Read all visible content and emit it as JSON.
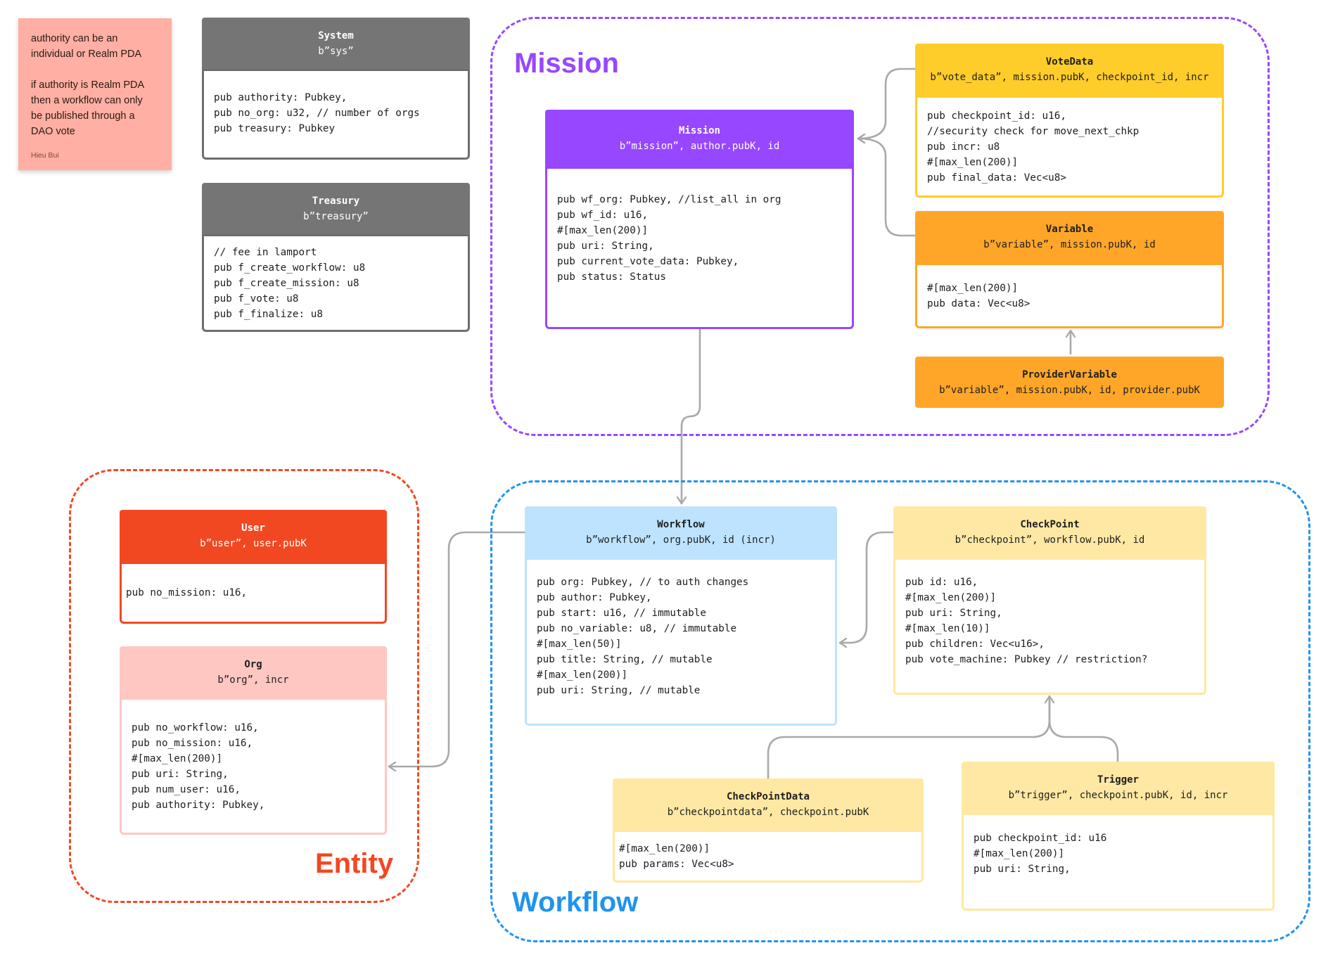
{
  "note": {
    "text": "authority can be an\nindividual or Realm PDA\n\nif authority is Realm PDA\nthen a workflow can only\nbe published through a\nDAO vote",
    "author": "Hieu Bui"
  },
  "groups": {
    "mission": {
      "label": "Mission",
      "color": "#9747ff"
    },
    "entity": {
      "label": "Entity",
      "color": "#f24822"
    },
    "workflow": {
      "label": "Workflow",
      "color": "#1e94f0"
    }
  },
  "entities": {
    "system": {
      "title": "System",
      "seed": "b”sys”",
      "fields": [
        "pub authority: Pubkey,",
        "pub no_org: u32, // number of orgs",
        "pub treasury: Pubkey"
      ]
    },
    "treasury": {
      "title": "Treasury",
      "seed": "b”treasury”",
      "fields": [
        "// fee in lamport",
        "pub f_create_workflow: u8",
        "pub f_create_mission: u8",
        "pub f_vote: u8",
        "pub f_finalize: u8"
      ]
    },
    "mission": {
      "title": "Mission",
      "seed": "b”mission”, author.pubK, id",
      "fields": [
        "pub wf_org: Pubkey, //list_all in org",
        "pub wf_id: u16,",
        "#[max_len(200)]",
        "pub uri: String,",
        "pub current_vote_data: Pubkey,",
        "pub status: Status"
      ]
    },
    "vote_data": {
      "title": "VoteData",
      "seed": "b”vote_data”, mission.pubK, checkpoint_id, incr",
      "fields": [
        "pub checkpoint_id: u16,",
        "//security check for move_next_chkp",
        "pub incr: u8",
        "#[max_len(200)]",
        "pub final_data: Vec<u8>"
      ]
    },
    "variable": {
      "title": "Variable",
      "seed": "b”variable”, mission.pubK, id",
      "fields": [
        "#[max_len(200)]",
        "pub data: Vec<u8>"
      ]
    },
    "provider_variable": {
      "title": "ProviderVariable",
      "seed": "b”variable”, mission.pubK, id, provider.pubK",
      "fields": []
    },
    "user": {
      "title": "User",
      "seed": "b”user”, user.pubK",
      "fields": [
        "pub no_mission: u16,"
      ]
    },
    "org": {
      "title": "Org",
      "seed": "b”org”, incr",
      "fields": [
        "pub no_workflow: u16,",
        "pub no_mission: u16,",
        "#[max_len(200)]",
        "pub uri: String,",
        "pub num_user: u16,",
        "pub authority: Pubkey,"
      ]
    },
    "workflow": {
      "title": "Workflow",
      "seed": "b”workflow”, org.pubK, id (incr)",
      "fields": [
        "pub org: Pubkey, // to auth changes",
        "pub author: Pubkey,",
        "pub start: u16, // immutable",
        "pub no_variable: u8, // immutable",
        "#[max_len(50)]",
        "pub title: String, // mutable",
        "#[max_len(200)]",
        "pub uri: String, // mutable"
      ]
    },
    "checkpoint": {
      "title": "CheckPoint",
      "seed": "b”checkpoint”, workflow.pubK, id",
      "fields": [
        "pub id: u16,",
        "#[max_len(200)]",
        "pub uri: String,",
        "#[max_len(10)]",
        "pub children: Vec<u16>,",
        "pub vote_machine: Pubkey // restriction?"
      ]
    },
    "checkpoint_data": {
      "title": "CheckPointData",
      "seed": "b”checkpointdata”, checkpoint.pubK",
      "fields": [
        "#[max_len(200)]",
        "pub params: Vec<u8>"
      ]
    },
    "trigger": {
      "title": "Trigger",
      "seed": "b”trigger”, checkpoint.pubK, id, incr",
      "fields": [
        "pub checkpoint_id: u16",
        "#[max_len(200)]",
        "pub uri: String,"
      ]
    }
  }
}
